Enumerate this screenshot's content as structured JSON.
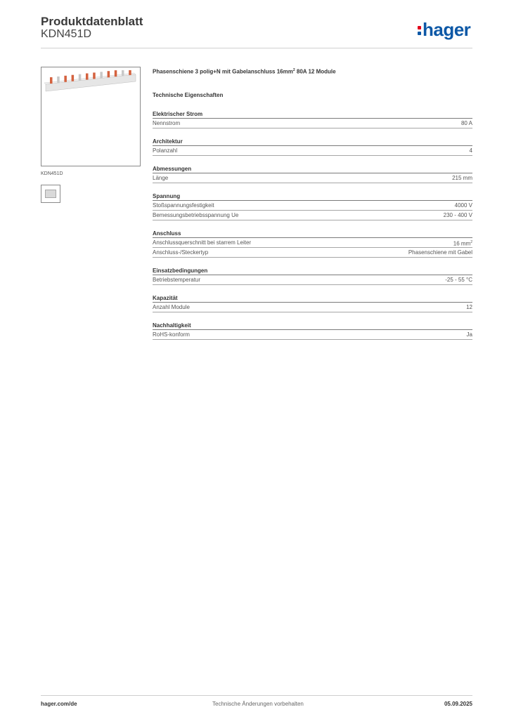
{
  "header": {
    "title": "Produktdatenblatt",
    "subtitle": "KDN451D",
    "logo_text": "hager",
    "brand_color": "#0d58a6",
    "accent_color": "#e2001a"
  },
  "product": {
    "image_caption": "KDN451D",
    "title_pre": "Phasenschiene 3 polig+N mit Gabelanschluss 16mm",
    "title_sup": "2",
    "title_post": " 80A 12 Module",
    "section_heading": "Technische Eigenschaften"
  },
  "specs": [
    {
      "group": "Elektrischer Strom",
      "rows": [
        {
          "label": "Nennstrom",
          "value": "80 A"
        }
      ]
    },
    {
      "group": "Architektur",
      "rows": [
        {
          "label": "Polanzahl",
          "value": "4"
        }
      ]
    },
    {
      "group": "Abmessungen",
      "rows": [
        {
          "label": "Länge",
          "value": "215 mm"
        }
      ]
    },
    {
      "group": "Spannung",
      "rows": [
        {
          "label": "Stoßspannungsfestigkeit",
          "value": "4000 V"
        },
        {
          "label": "Bemessungsbetriebsspannung Ue",
          "value": "230 - 400 V"
        }
      ]
    },
    {
      "group": "Anschluss",
      "rows": [
        {
          "label": "Anschlussquerschnitt bei starrem Leiter",
          "value": "16 mm",
          "value_sup": "2"
        },
        {
          "label": "Anschluss-/Steckertyp",
          "value": "Phasenschiene mit Gabel"
        }
      ]
    },
    {
      "group": "Einsatzbedingungen",
      "rows": [
        {
          "label": "Betriebstemperatur",
          "value": "-25 - 55 °C"
        }
      ]
    },
    {
      "group": "Kapazität",
      "rows": [
        {
          "label": "Anzahl Module",
          "value": "12"
        }
      ]
    },
    {
      "group": "Nachhaltigkeit",
      "rows": [
        {
          "label": "RoHS-konform",
          "value": "Ja"
        }
      ]
    }
  ],
  "footer": {
    "left": "hager.com/de",
    "center": "Technische Änderungen vorbehalten",
    "right": "05.09.2025"
  },
  "icons": {
    "logo": "hager-logo-icon",
    "thumbnail": "product-thumbnail-icon"
  }
}
